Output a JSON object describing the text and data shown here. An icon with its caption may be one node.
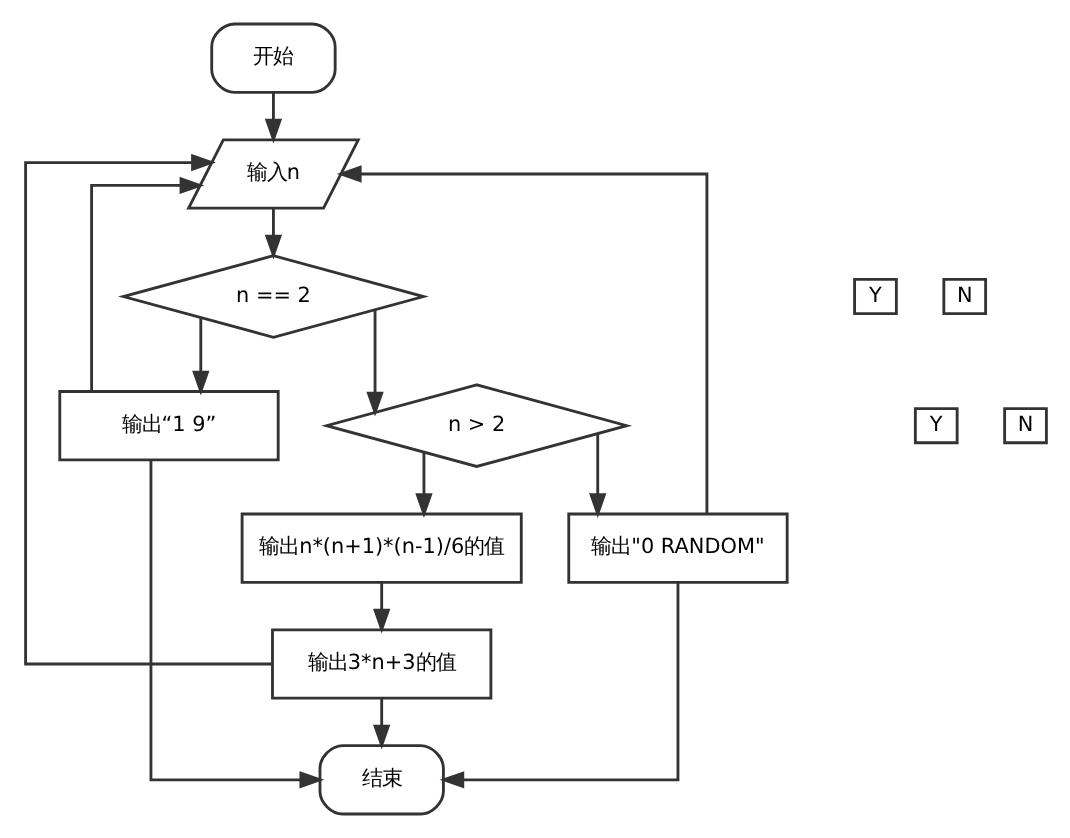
{
  "diagram": {
    "nodes": [
      {
        "text": [
          "开始"
        ]
      },
      {
        "text": [
          "输入n"
        ]
      },
      {
        "text": [
          "Y"
        ]
      },
      {
        "text": [
          "n == 2"
        ]
      },
      {
        "text": [
          "N"
        ]
      },
      {
        "text": [
          "输出“1 9”"
        ]
      },
      {
        "text": [
          "Y"
        ]
      },
      {
        "text": [
          "n > 2"
        ]
      },
      {
        "text": [
          "N"
        ]
      },
      {
        "text": [
          "输出n*(n+1)*(n-1)/6的值"
        ]
      },
      {
        "text": [
          "输出\"0 RANDOM\""
        ]
      },
      {
        "text": [
          "输出3*n+3的值"
        ]
      },
      {
        "text": [
          "结束"
        ]
      }
    ],
    "edges": [
      {
        "from": 0,
        "to": 1,
        "arrow": "to"
      },
      {
        "from": 1,
        "to": 3,
        "arrow": "to"
      },
      {
        "from": 3,
        "to": 5,
        "arrow": "to"
      },
      {
        "from": 3,
        "to": 7,
        "arrow": "to"
      },
      {
        "from": 7,
        "to": 9,
        "arrow": "to"
      },
      {
        "from": 7,
        "to": 10,
        "arrow": "to"
      },
      {
        "from": 9,
        "to": 11,
        "arrow": "to"
      },
      {
        "from": 5,
        "to": 1,
        "arrow": "to"
      },
      {
        "from": 10,
        "to": 1,
        "arrow": "to"
      },
      {
        "from": 11,
        "to": 1,
        "arrow": "to"
      },
      {
        "from": 5,
        "to": 12,
        "arrow": "to"
      },
      {
        "from": 11,
        "to": 12,
        "arrow": "to"
      },
      {
        "from": 10,
        "to": 12,
        "arrow": "to"
      }
    ]
  }
}
